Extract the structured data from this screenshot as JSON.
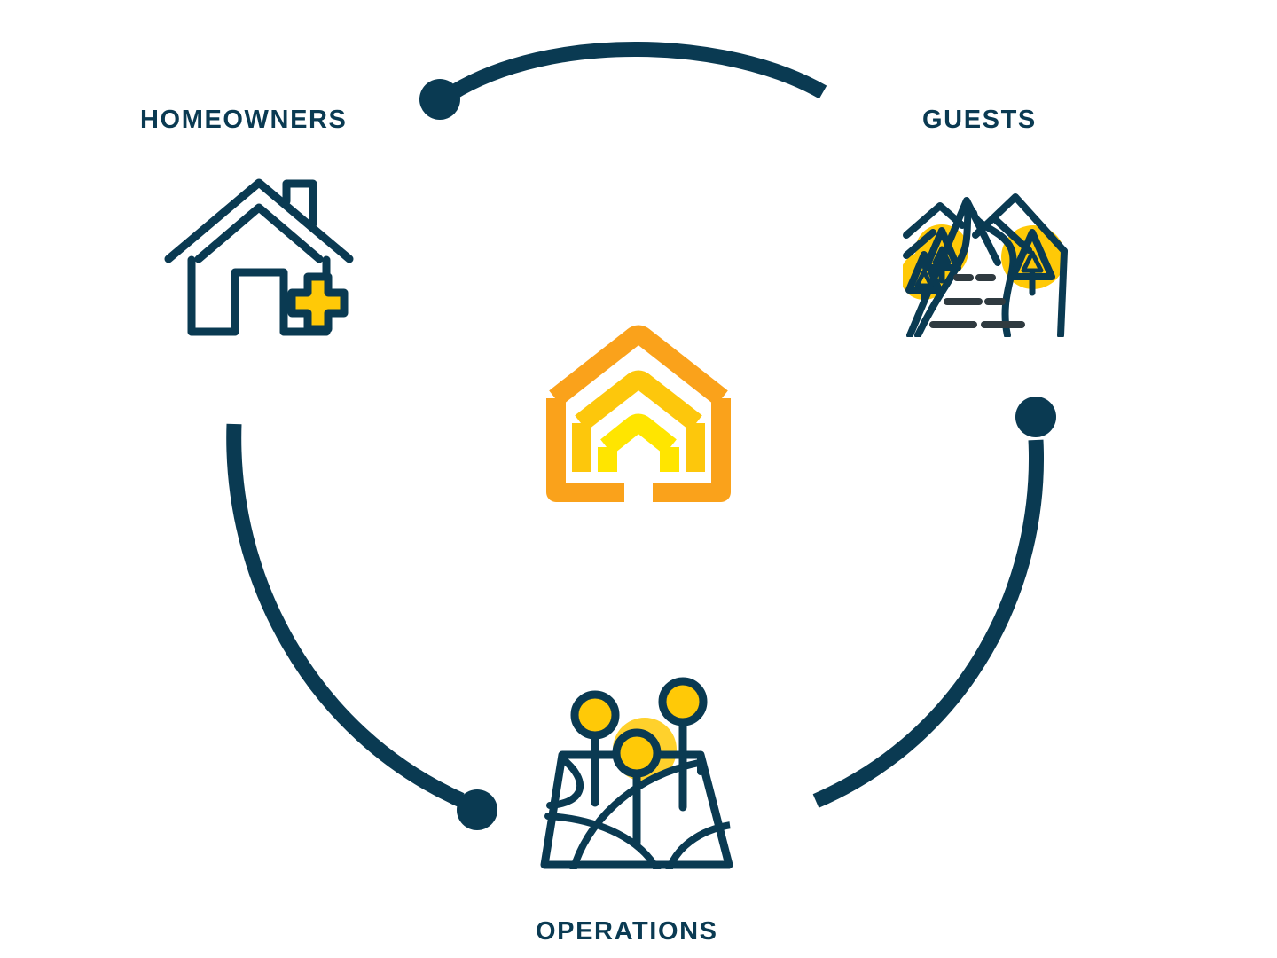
{
  "diagram": {
    "title": "Homeowners / Guests / Operations ecosystem cycle",
    "background_color": "#FFFFFF",
    "colors": {
      "navy": "#0A3A52",
      "navy_dark": "#083850",
      "yellow": "#FFC907",
      "yellow_bright": "#FFE500",
      "amber": "#FDC70C",
      "orange": "#FAA21B",
      "charcoal": "#2F3A40"
    },
    "nodes": [
      {
        "id": "homeowners",
        "label": "HOMEOWNERS",
        "icon": "house-plus-icon",
        "position": "top-left"
      },
      {
        "id": "guests",
        "label": "GUESTS",
        "icon": "mountain-road-trees-icon",
        "position": "top-right"
      },
      {
        "id": "operations",
        "label": "OPERATIONS",
        "icon": "map-pins-icon",
        "position": "bottom-center"
      }
    ],
    "center": {
      "id": "center-logo",
      "icon": "nested-house-logo",
      "label": "",
      "ring_colors": [
        "#FAA21B",
        "#FDC70C",
        "#FFE500"
      ]
    },
    "connectors": [
      {
        "id": "arc-homeowners-to-guests",
        "from": "homeowners",
        "to": "guests",
        "dot_end": "start",
        "color": "#0A3A52"
      },
      {
        "id": "arc-guests-to-operations",
        "from": "guests",
        "to": "operations",
        "dot_end": "start",
        "color": "#0A3A52"
      },
      {
        "id": "arc-operations-to-homeowners",
        "from": "operations",
        "to": "homeowners",
        "dot_end": "end",
        "color": "#0A3A52"
      }
    ]
  }
}
